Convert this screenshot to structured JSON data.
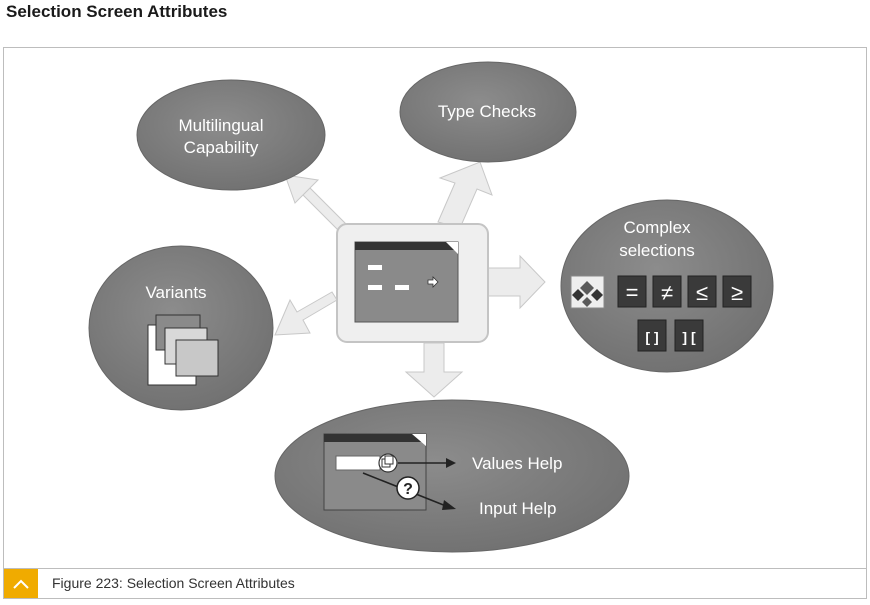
{
  "page_title": "Selection Screen Attributes",
  "diagram": {
    "nodes": {
      "multilingual": [
        "Multilingual",
        "Capability"
      ],
      "type_checks": "Type Checks",
      "complex": [
        "Complex",
        "selections"
      ],
      "variants": "Variants",
      "values_help": "Values Help",
      "input_help": "Input Help"
    },
    "operators": [
      "=",
      "≠",
      "≤",
      "≥",
      "[ ]",
      "] ["
    ],
    "question_mark": "?",
    "colors": {
      "ellipse": "#808080",
      "arrow": "#eeeeee",
      "accent": "#f0ab00"
    }
  },
  "caption": {
    "text": "Figure 223: Selection Screen Attributes",
    "icon": "chevron-up-icon"
  }
}
